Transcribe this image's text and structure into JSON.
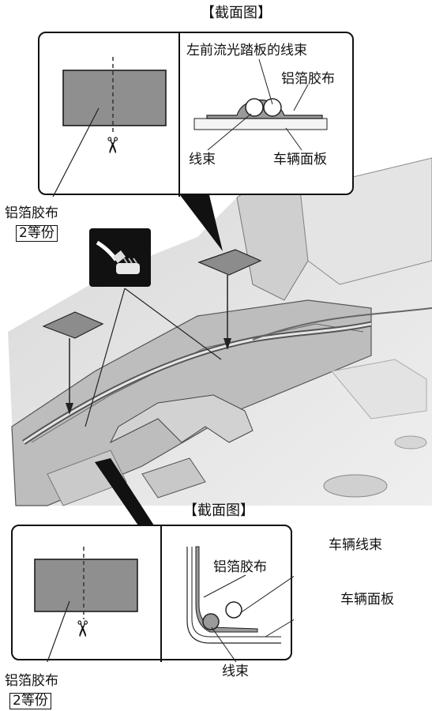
{
  "top_panel": {
    "section_title": "【截面图】",
    "harness_label": "左前流光踏板的线束",
    "tape_label": "铝箔胶布",
    "wire_label": "线束",
    "panel_label": "车辆面板"
  },
  "top_side_label": {
    "tape": "铝箔胶布",
    "split": "2等份"
  },
  "bottom_panel": {
    "section_title": "【截面图】",
    "vehicle_harness_label": "车辆线束",
    "tape_label": "铝箔胶布",
    "panel_label": "车辆面板",
    "wire_label": "线束"
  },
  "bottom_side_label": {
    "tape": "铝箔胶布",
    "split": "2等份"
  },
  "icons": [
    "scissors-icon",
    "tape-application-icon"
  ]
}
